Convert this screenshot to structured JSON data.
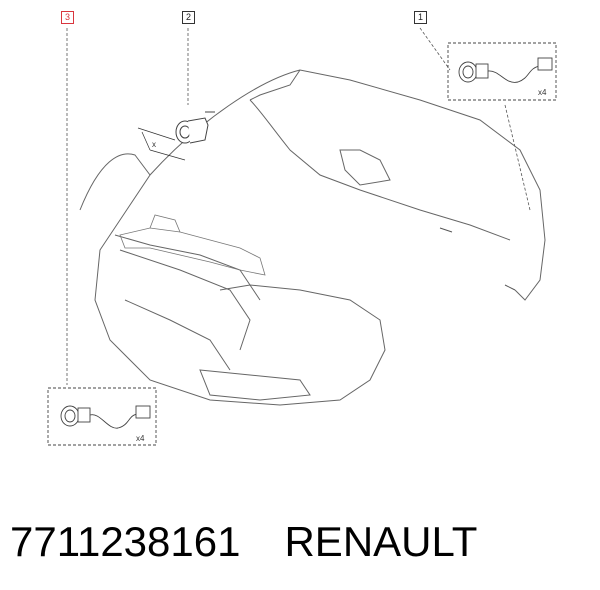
{
  "callouts": [
    {
      "id": "3",
      "highlighted": true
    },
    {
      "id": "2",
      "highlighted": false
    },
    {
      "id": "1",
      "highlighted": false
    }
  ],
  "quantities": {
    "sensor_a": "x4",
    "sensor_b": "x4"
  },
  "dimension_label": "x",
  "caption": {
    "part_number": "7711238161",
    "brand": "RENAULT"
  },
  "colors": {
    "line": "#555555",
    "highlight": "#d9363e",
    "text": "#000000"
  }
}
